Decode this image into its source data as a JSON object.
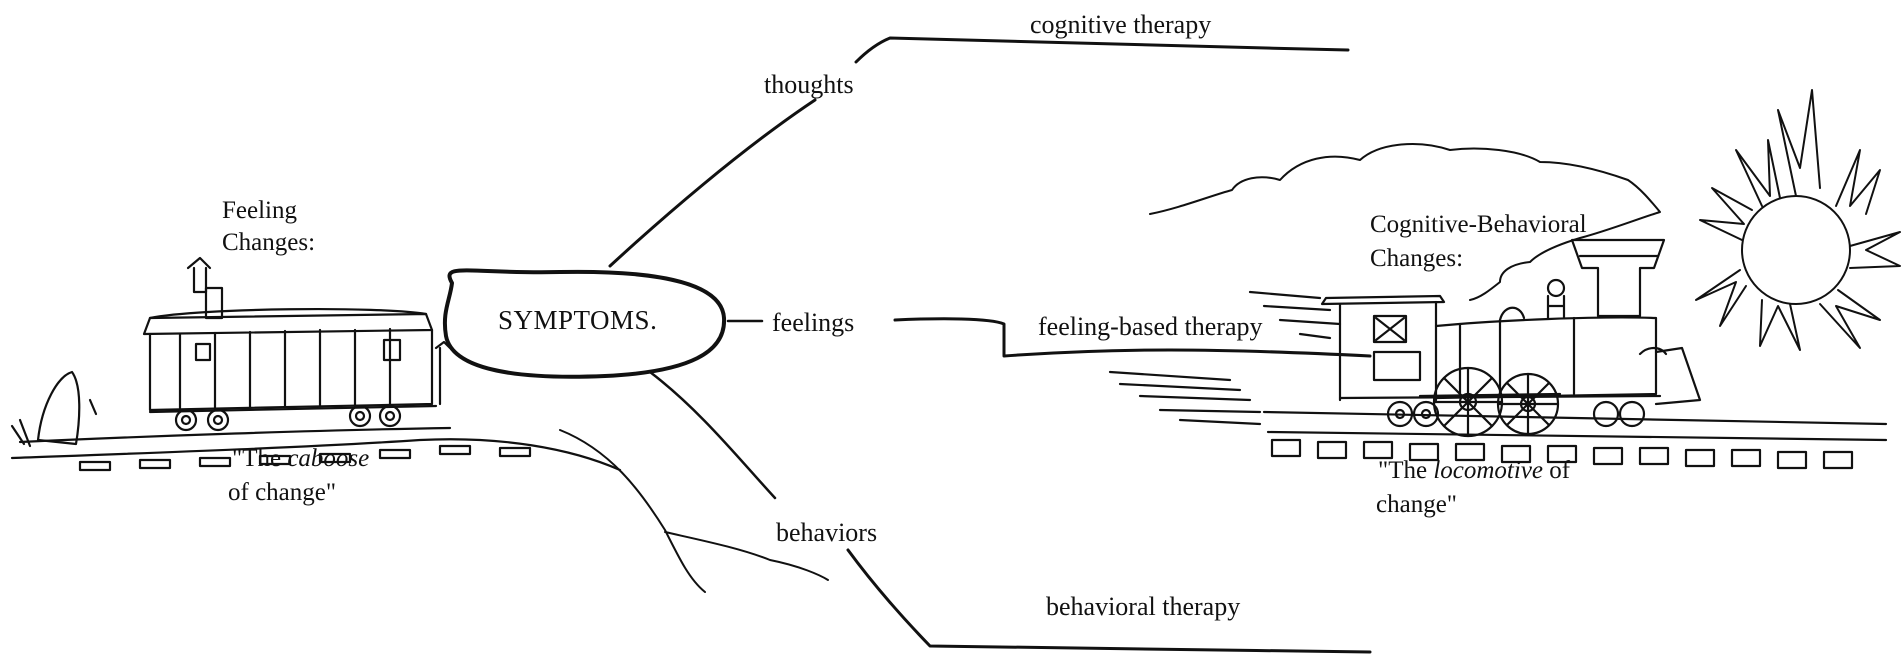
{
  "center": {
    "label": "SYMPTOMS."
  },
  "branches": {
    "thoughts": "thoughts",
    "feelings": "feelings",
    "behaviors": "behaviors"
  },
  "therapies": {
    "cognitive": "cognitive therapy",
    "feeling_based": "feeling-based therapy",
    "behavioral": "behavioral therapy"
  },
  "left_group": {
    "heading_line1": "Feeling",
    "heading_line2": "Changes:",
    "caption_open": "\"The ",
    "caption_italic": "caboose",
    "caption_line2": "of change\""
  },
  "right_group": {
    "heading_line1": "Cognitive-Behavioral",
    "heading_line2": "Changes:",
    "caption_open": "\"The ",
    "caption_italic": "locomotive",
    "caption_close": " of",
    "caption_line2": "change\""
  },
  "icons": [
    "caboose-train-icon",
    "locomotive-train-icon",
    "sun-icon",
    "smoke-cloud-icon",
    "railroad-track-icon"
  ]
}
